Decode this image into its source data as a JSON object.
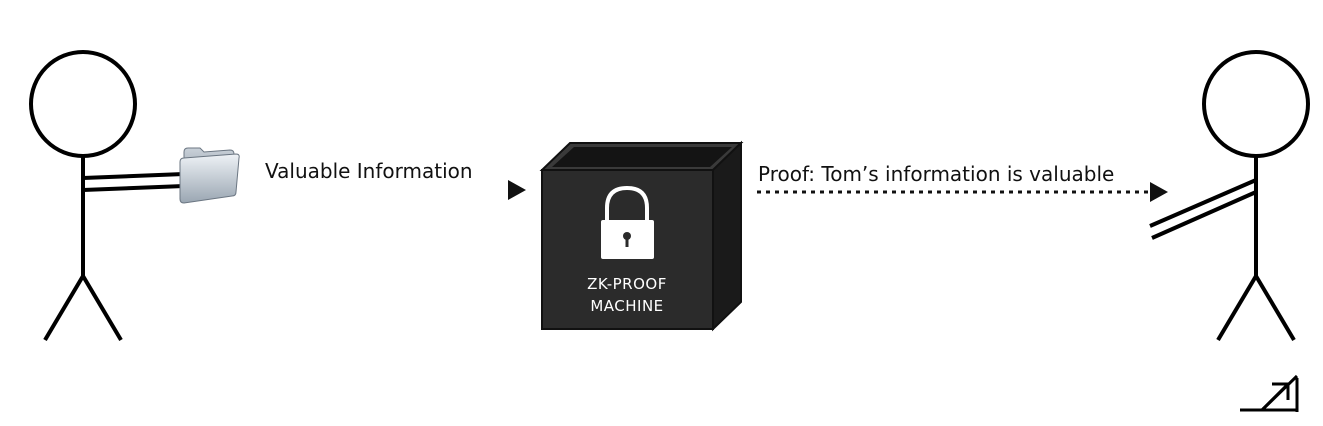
{
  "diagram": {
    "arrow_left_label": "Valuable Information",
    "arrow_right_label": "Proof: Tom’s information is valuable",
    "machine": {
      "line1": "ZK-PROOF",
      "line2": "MACHINE"
    },
    "icons": {
      "sender": "stick-figure-icon",
      "folder": "folder-icon",
      "lock": "padlock-icon",
      "receiver": "stick-figure-icon",
      "corner_logo": "logo-icon"
    },
    "colors": {
      "box_front": "#2b2b2b",
      "box_side": "#1a1a1a",
      "box_top": "#3a3a3a",
      "dotted_arrow": "#111111",
      "folder_gradient_start": "#a9c8e0"
    }
  }
}
